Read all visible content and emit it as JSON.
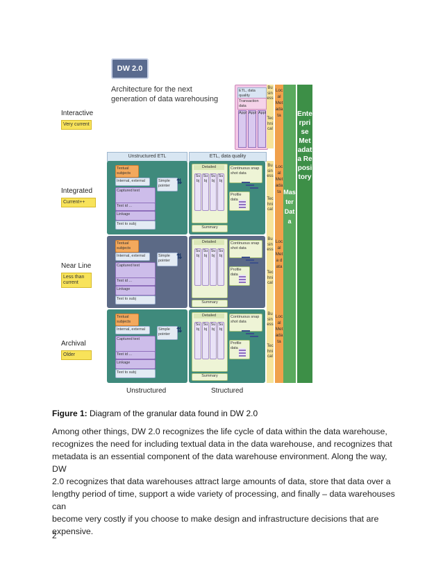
{
  "figure": {
    "badge": "DW 2.0",
    "title_line1": "Architecture for the next",
    "title_line2": "generation of data warehousing",
    "levels": [
      {
        "name": "Interactive",
        "tag": "Very current"
      },
      {
        "name": "Integrated",
        "tag": "Current++"
      },
      {
        "name": "Near Line",
        "tag": "Less than current"
      },
      {
        "name": "Archival",
        "tag": "Older"
      }
    ],
    "header_unstructured": "Unstructured ETL",
    "header_structured": "ETL, data quality",
    "top_box": {
      "etl": "ETL, data quality",
      "tx": "Transaction data",
      "appl": "Appl"
    },
    "rows": {
      "textual": "Textual subjects",
      "internal": "Internal, external",
      "captured": "Captured text",
      "textid": "Text id ...",
      "linkage": "Linkage",
      "text_to_subj": "Text to subj",
      "simple_pointer": "Simple pointer",
      "detailed": "Detailed",
      "subj": "Subj",
      "continuous": "Continuous snap shot data",
      "profile": "Profile data",
      "summary": "Summary"
    },
    "business": "Business",
    "technical": "Technical",
    "local_metadata": "Local Metadata",
    "local_meta": "Local Meta data",
    "master_data": "Master Data",
    "enterprise": "Enterprise Metadata Repository",
    "footer_unstructured": "Unstructured",
    "footer_structured": "Structured"
  },
  "caption": {
    "label": "Figure 1:",
    "text": " Diagram of the granular data found in DW 2.0"
  },
  "paragraph": [
    "Among other things, DW 2.0 recognizes the life cycle of data within the data warehouse,",
    "recognizes the need for including textual data in the data warehouse, and recognizes that",
    "metadata is an essential component of the data warehouse environment. Along the way, DW",
    "2.0 recognizes that data warehouses attract large amounts of data, store that data over a",
    "lengthy period of time, support a wide variety of processing, and finally – data warehouses can",
    "become very costly if you choose to make design and infrastructure decisions that are",
    "expensive."
  ],
  "page_number": "2",
  "colors": {
    "teal": "#3f8a7c",
    "slate": "#5c6a86",
    "orange": "#f0a04b",
    "green": "#5aaa5e",
    "dark_green": "#3d8f47",
    "yellow": "#f7d84a"
  }
}
